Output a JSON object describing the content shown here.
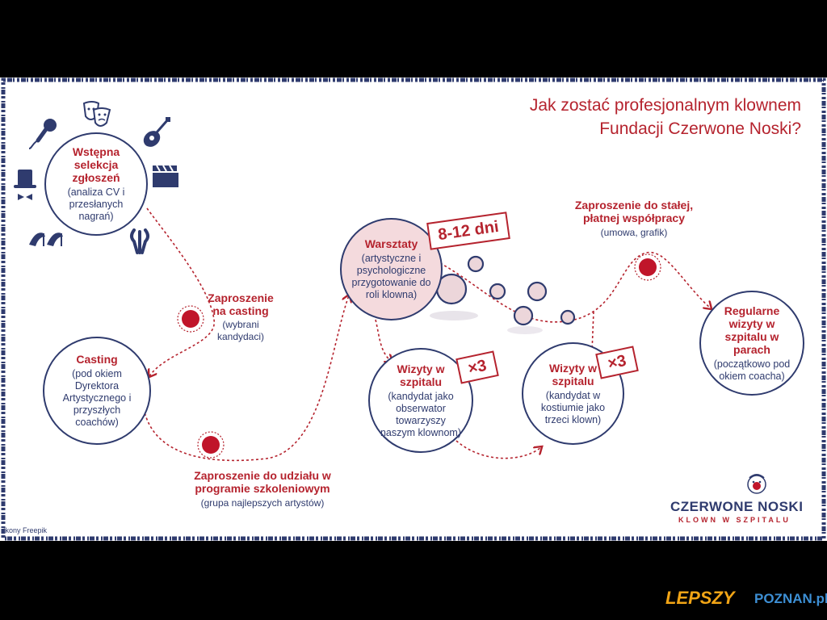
{
  "title": {
    "line1": "Jak zostać profesjonalnym klownem",
    "line2": "Fundacji Czerwone Noski?"
  },
  "nodes": {
    "selection": {
      "heading": "Wstępna selekcja zgłoszeń",
      "detail": "(analiza CV i przesłanych nagrań)"
    },
    "casting": {
      "heading": "Casting",
      "detail": "(pod okiem Dyrektora Artystycznego i przyszłych coachów)"
    },
    "workshops": {
      "heading": "Warsztaty",
      "detail": "(artystyczne i psychologiczne przygotowanie do roli klowna)",
      "badge": "8-12 dni"
    },
    "visits1": {
      "heading": "Wizyty w szpitalu",
      "detail": "(kandydat jako obserwator towarzyszy naszym klownom)",
      "badge": "×3"
    },
    "visits2": {
      "heading": "Wizyty w szpitalu",
      "detail": "(kandydat w kostiumie jako trzeci klown)",
      "badge": "×3"
    },
    "regular": {
      "heading": "Regularne wizyty w szpitalu w parach",
      "detail": "(początkowo pod okiem coacha)"
    }
  },
  "milestones": {
    "casting_invite": {
      "heading": "Zaproszenie na casting",
      "detail": "(wybrani kandydaci)"
    },
    "training_invite": {
      "heading": "Zaproszenie do udziału w programie szkoleniowym",
      "detail": "(grupa najlepszych artystów)"
    },
    "permanent_invite": {
      "heading": "Zaproszenie do stałej, płatnej współpracy",
      "detail": "(umowa, grafik)"
    }
  },
  "icons": [
    "microphone-icon",
    "theater-masks-icon",
    "guitar-icon",
    "top-hat-icon",
    "clapperboard-icon",
    "heels-icon",
    "juggling-clubs-icon",
    "clown-nose-icon"
  ],
  "credit": "Ikony Freepik",
  "logo": {
    "name": "CZERWONE NOSKI",
    "tagline": "KLOWN W SZPITALU"
  },
  "watermark": {
    "part1": "LEPSZY",
    "part2": "POZNAN.pl"
  },
  "colors": {
    "red": "#b5232e",
    "navy": "#2f3b6e",
    "pink": "#f4dadd",
    "bubble": "#ecd6da"
  }
}
